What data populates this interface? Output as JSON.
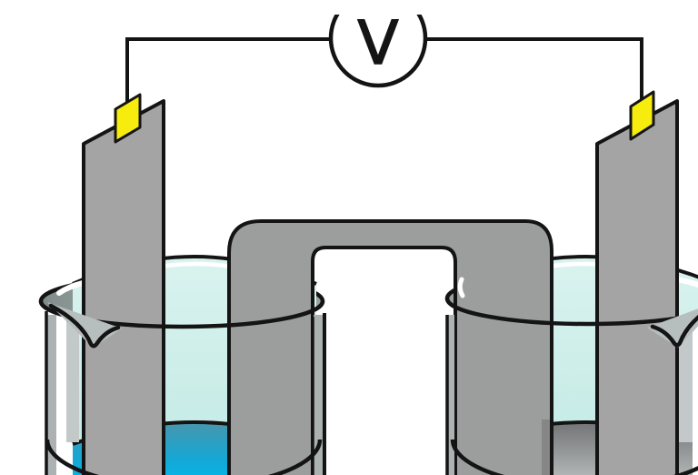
{
  "diagram": {
    "type": "galvanic-cell-diagram",
    "voltmeter": {
      "label": "V"
    },
    "components": [
      "voltmeter",
      "wire-left",
      "wire-right",
      "connector-clip-left",
      "connector-clip-right",
      "electrode-left",
      "electrode-right",
      "salt-bridge",
      "beaker-left",
      "beaker-right",
      "solution-left-upper",
      "solution-left-bottom",
      "solution-right-upper",
      "solution-right-bottom"
    ]
  },
  "colors": {
    "outline": "#141414",
    "metal_gray": "#A4A4A4",
    "bridge_gray": "#9C9D9D",
    "rim_gray": "#98A3A0",
    "wall_gray": "#ABB2B1",
    "pale_gray": "#C3C9C8",
    "spout_gray": "#B7BFBE",
    "highlight_white": "#FFFFFF",
    "solution_cyan_light": "#DAF3EF",
    "solution_cyan": "#BFE8E3",
    "solution_blue_top": "#4896AC",
    "solution_blue_mid": "#12A9D8",
    "solution_blue_bottom": "#00BCF2",
    "solution_gray_top": "#727476",
    "solution_gray_bottom": "#C7CBCA",
    "connector_yellow": "#F6EC0E"
  }
}
